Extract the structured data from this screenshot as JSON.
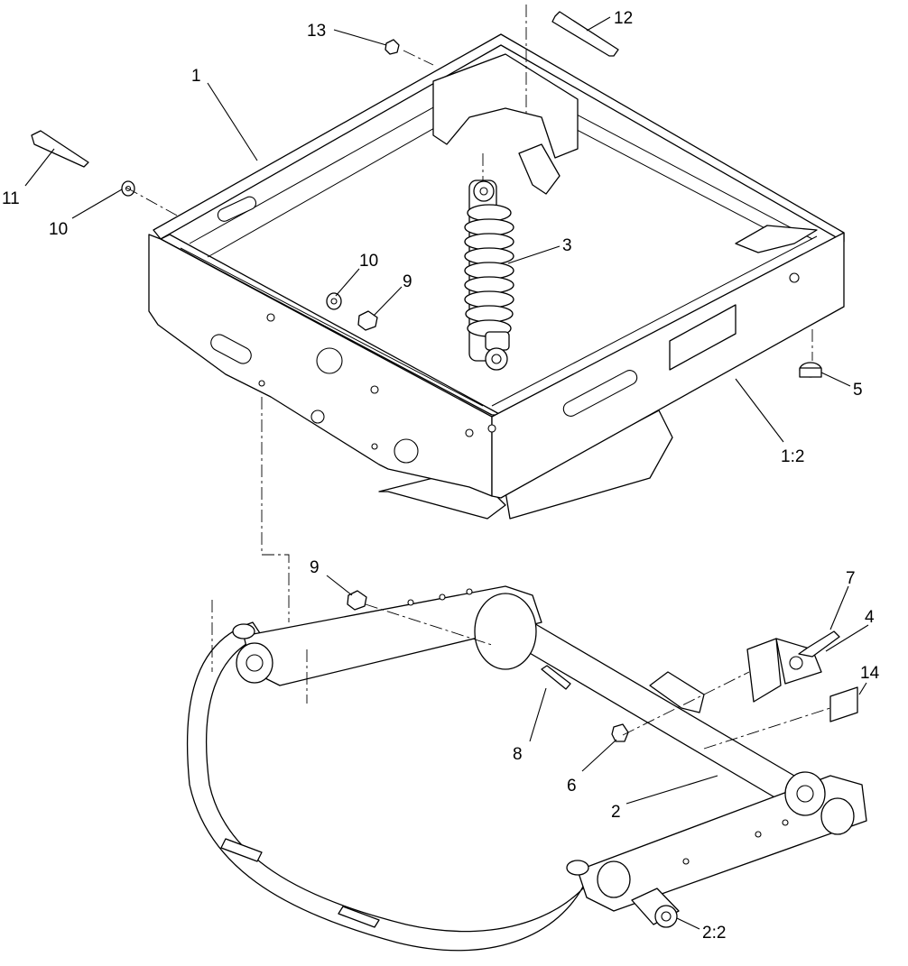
{
  "callouts": [
    {
      "id": "c1",
      "label": "1"
    },
    {
      "id": "c12",
      "label": "12"
    },
    {
      "id": "c13",
      "label": "13"
    },
    {
      "id": "c11",
      "label": "11"
    },
    {
      "id": "c10a",
      "label": "10"
    },
    {
      "id": "c10b",
      "label": "10"
    },
    {
      "id": "c9a",
      "label": "9"
    },
    {
      "id": "c3",
      "label": "3"
    },
    {
      "id": "c5",
      "label": "5"
    },
    {
      "id": "c1-2",
      "label": "1:2"
    },
    {
      "id": "c9b",
      "label": "9"
    },
    {
      "id": "c7",
      "label": "7"
    },
    {
      "id": "c4",
      "label": "4"
    },
    {
      "id": "c14",
      "label": "14"
    },
    {
      "id": "c8",
      "label": "8"
    },
    {
      "id": "c6",
      "label": "6"
    },
    {
      "id": "c2",
      "label": "2"
    },
    {
      "id": "c2-2",
      "label": "2:2"
    }
  ]
}
